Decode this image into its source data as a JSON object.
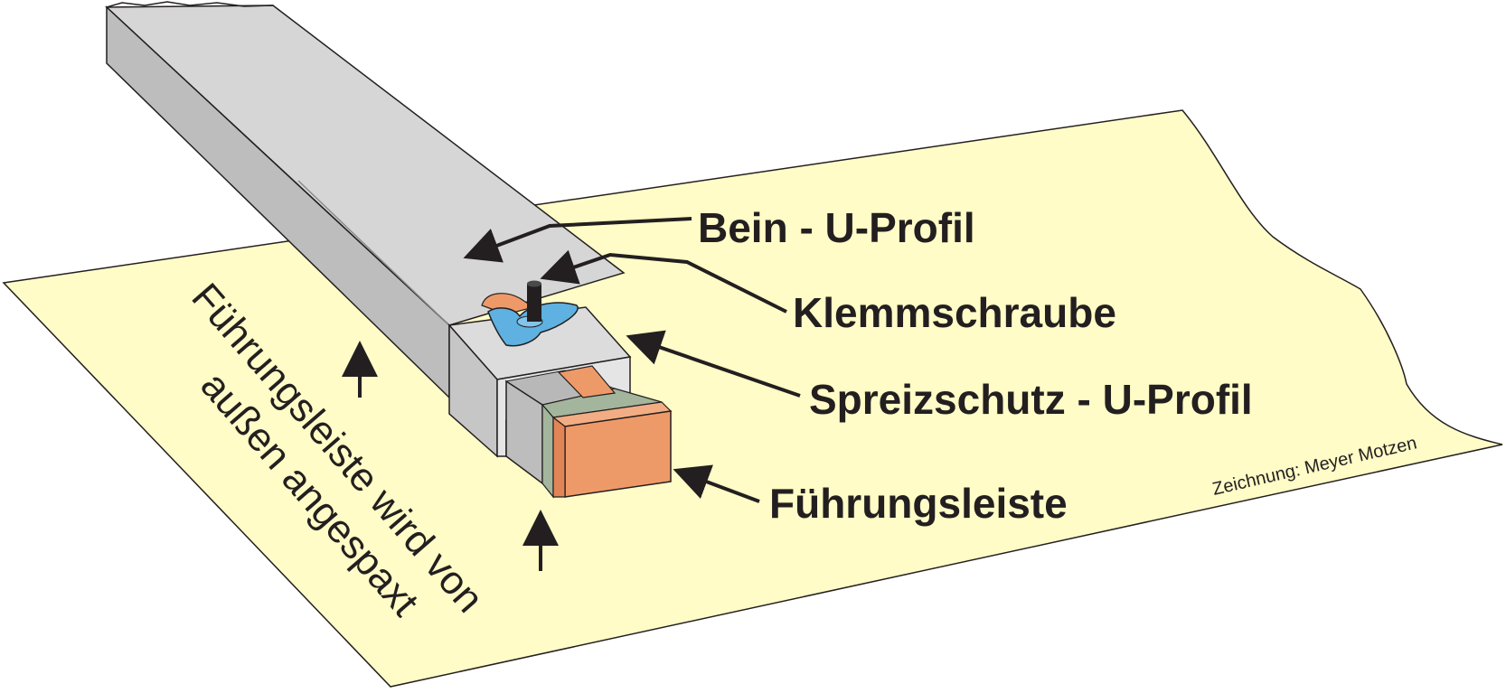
{
  "labels": {
    "leg": "Bein - U-Profil",
    "screw": "Klemmschraube",
    "spreader": "Spreizschutz - U-Profil",
    "guide": "Führungsleiste"
  },
  "side_note": {
    "line1": "Führungsleiste wird von",
    "line2": "außen angespaxt"
  },
  "credit": "Zeichnung: Meyer Motzen",
  "colors": {
    "paper": "#fffcc7",
    "leg": "#c4c4c4",
    "spreader": "#dcdcdc",
    "guide": "#ee9a68",
    "wingnut": "#5eb1e1",
    "strip": "#a3b59c"
  }
}
